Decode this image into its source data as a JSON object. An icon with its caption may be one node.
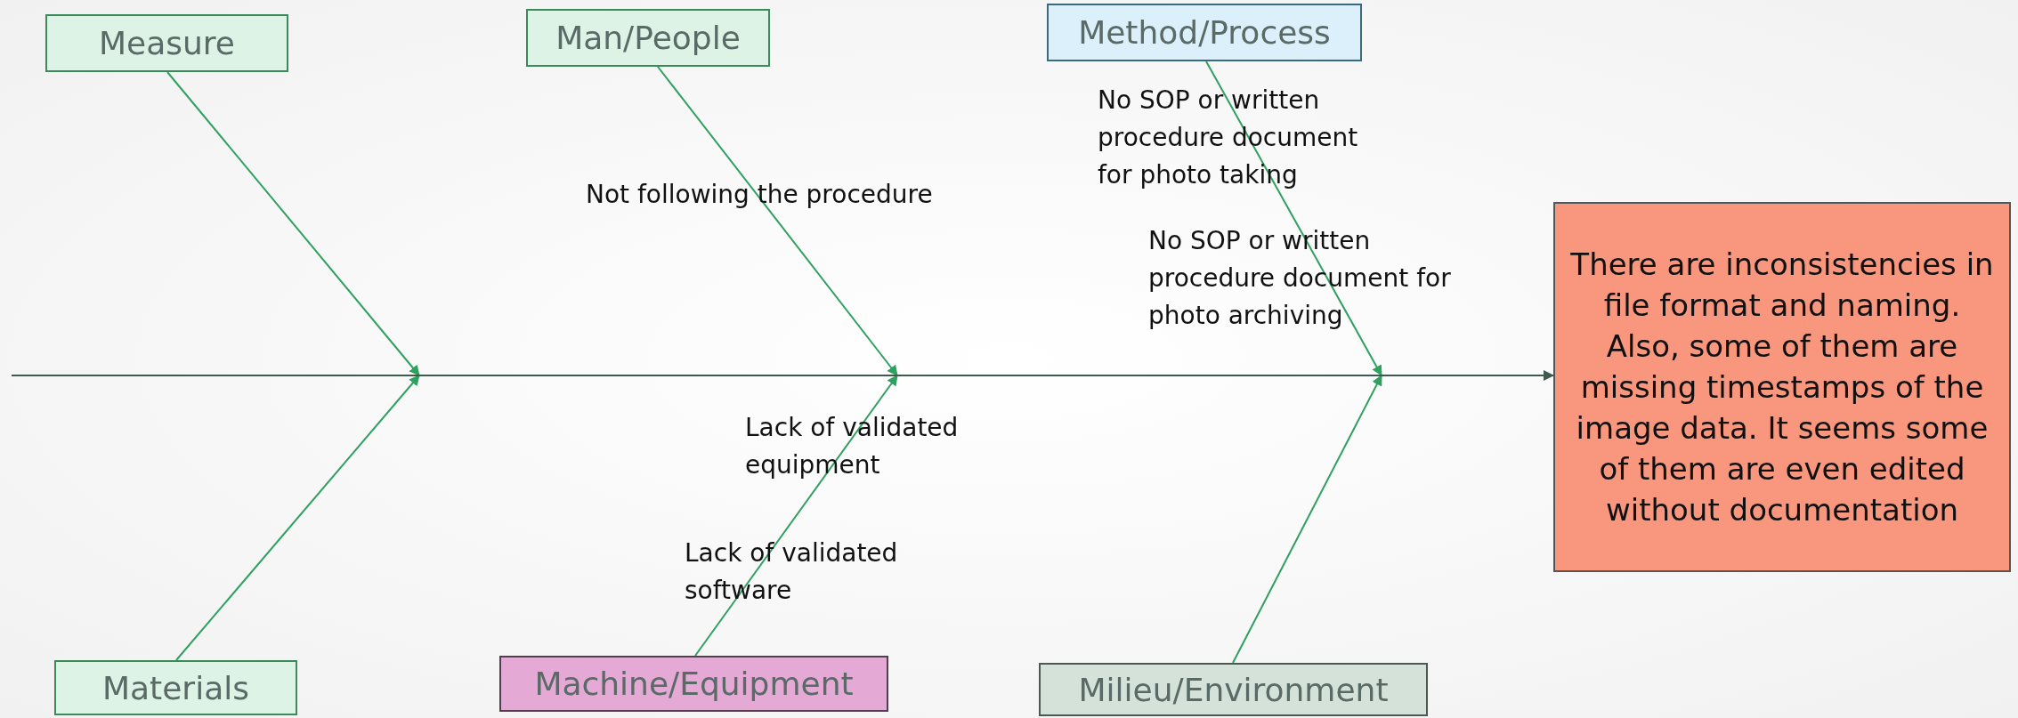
{
  "diagram": {
    "nodes": [
      {
        "text": [
          "Measure"
        ]
      },
      {
        "text": [
          "Man/People"
        ]
      },
      {
        "text": [
          "Method/Process"
        ]
      },
      {
        "text": [
          "There are inconsistencies in file format and naming. Also, some of them are missing timestamps of the image data.  It seems some of them are even edited without documentation"
        ]
      },
      {
        "text": [
          "Materials"
        ]
      },
      {
        "text": [
          "Machine/Equipment"
        ]
      },
      {
        "text": [
          "Milieu/Environment"
        ]
      }
    ],
    "edges": [
      {
        "from": 0,
        "to": null,
        "arrow": "to"
      },
      {
        "from": 1,
        "to": null,
        "arrow": "to"
      },
      {
        "from": 2,
        "to": null,
        "arrow": "to"
      },
      {
        "from": 4,
        "to": null,
        "arrow": "to"
      },
      {
        "from": 5,
        "to": null,
        "arrow": "to"
      },
      {
        "from": 6,
        "to": null,
        "arrow": "to"
      },
      {
        "from": null,
        "to": 3,
        "arrow": "to",
        "color": "#3d5a4c"
      }
    ],
    "labels": [
      "No SOP or written procedure document for photo taking",
      "Not following the procedure",
      "No SOP or written procedure document for photo archiving",
      "Lack of validated equipment",
      "Lack of validated software"
    ]
  }
}
